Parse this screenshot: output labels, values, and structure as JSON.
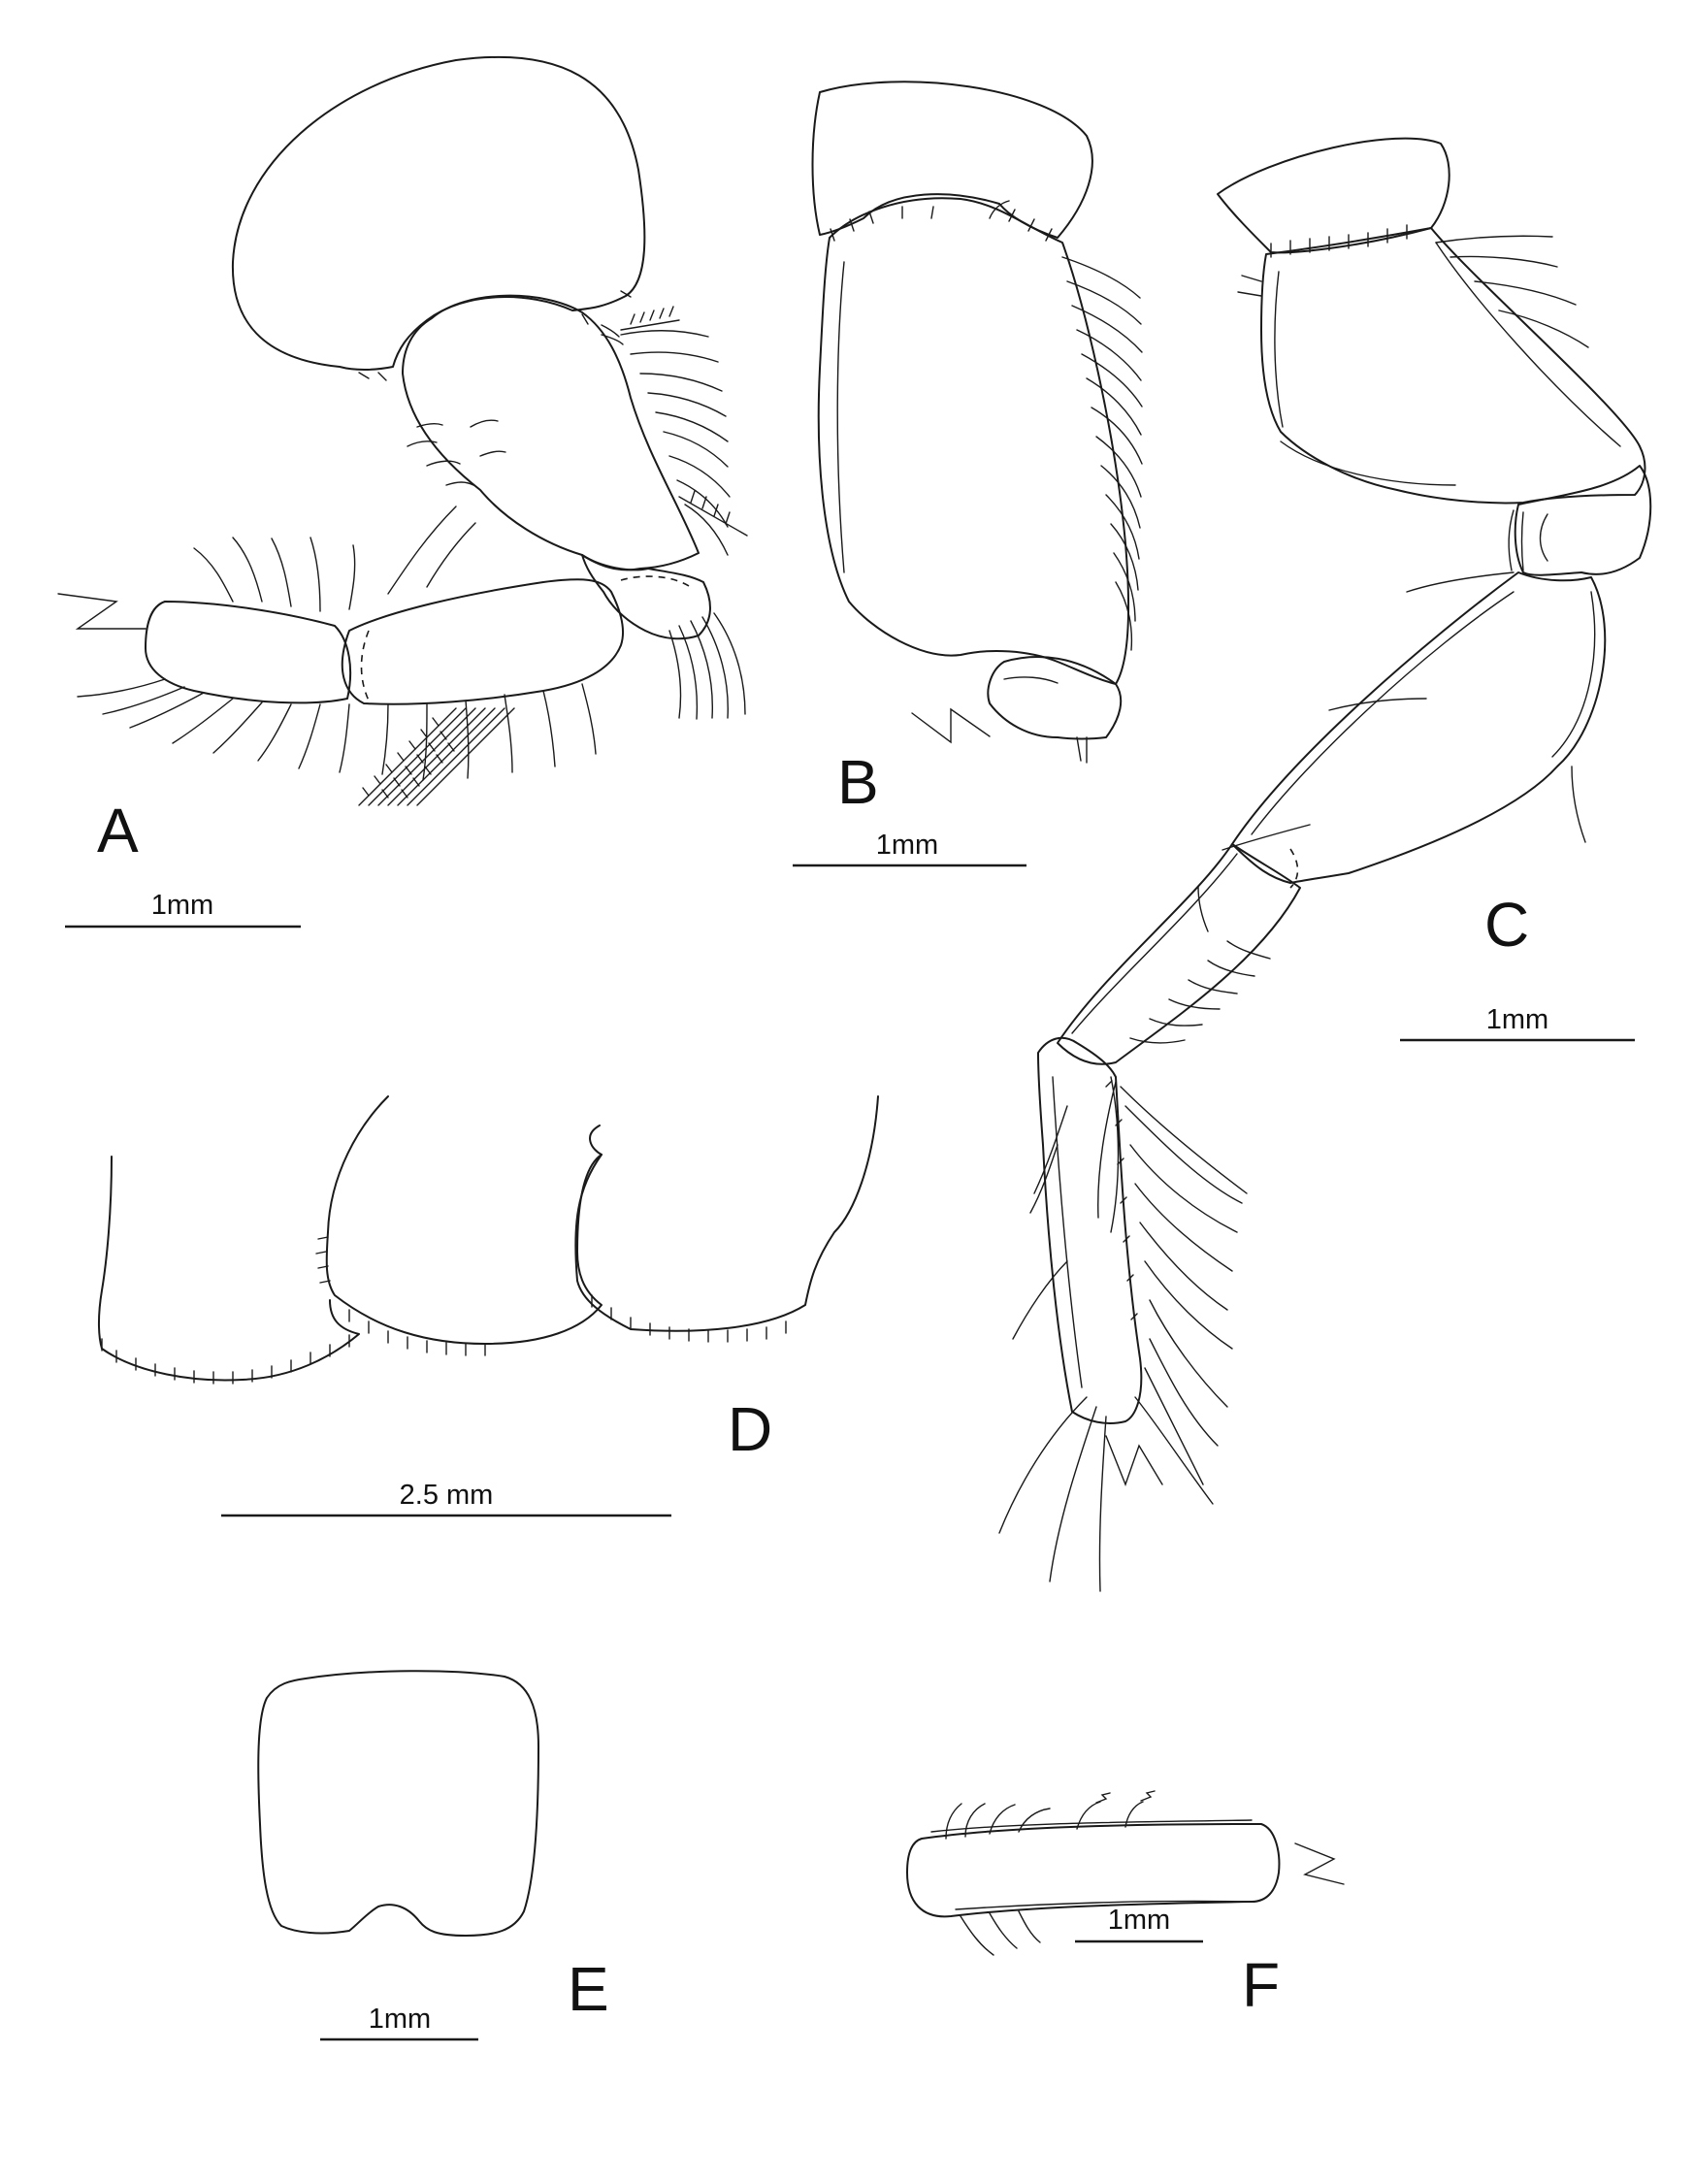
{
  "figure": {
    "background_color": "#ffffff",
    "ink_color": "#1a1a1a",
    "panels": [
      {
        "letter": "A",
        "scale_label": "1mm"
      },
      {
        "letter": "B",
        "scale_label": "1mm"
      },
      {
        "letter": "C",
        "scale_label": "1mm"
      },
      {
        "letter": "D",
        "scale_label": "2.5 mm"
      },
      {
        "letter": "E",
        "scale_label": "1mm"
      },
      {
        "letter": "F",
        "scale_label": "1mm"
      }
    ]
  }
}
